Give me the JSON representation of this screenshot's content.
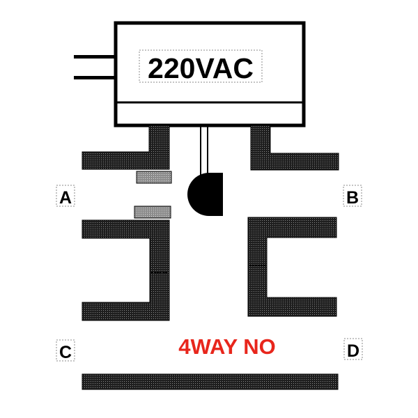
{
  "diagram": {
    "voltage_label": "220VAC",
    "port_labels": {
      "a": "A",
      "b": "B",
      "c": "C",
      "d": "D"
    },
    "title": "4WAY NO",
    "colors": {
      "outline": "#000000",
      "body_fill": "#262626",
      "seal_fill": "#9a9a9a",
      "title": "#e8261c",
      "background": "#ffffff"
    }
  }
}
